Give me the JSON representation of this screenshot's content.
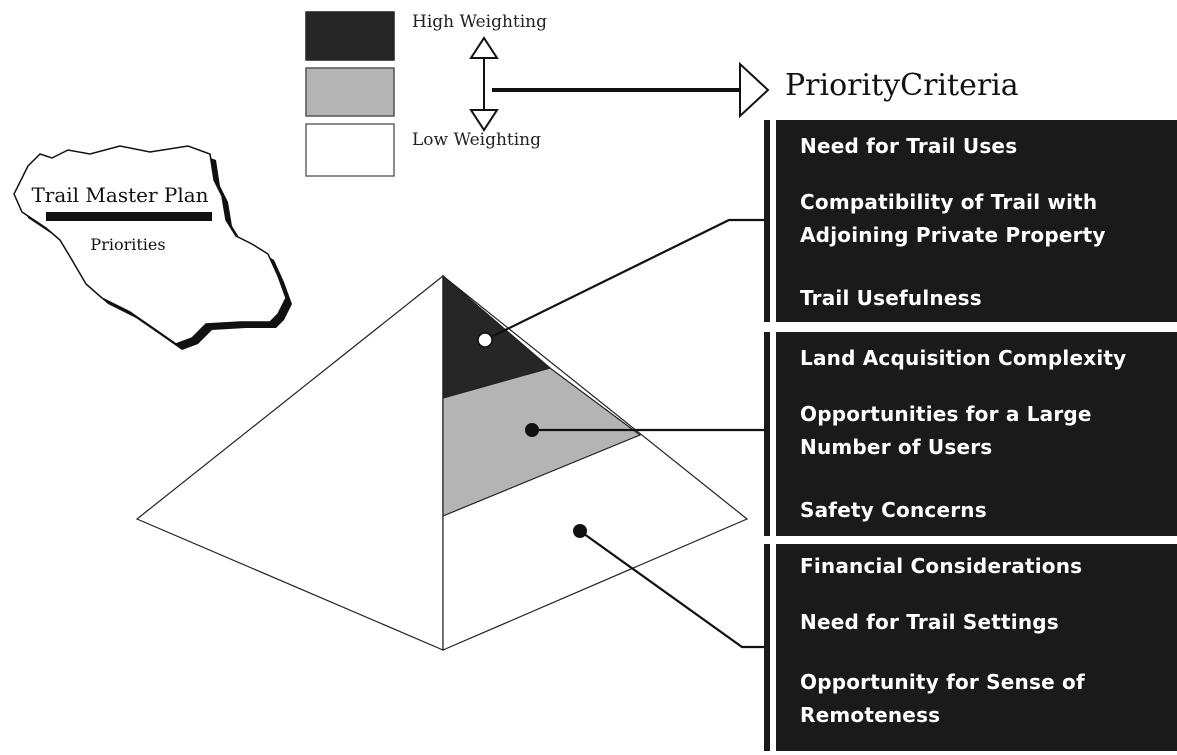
{
  "legend": {
    "high_label": "High Weighting",
    "low_label": "Low Weighting",
    "colors": {
      "high": "#262626",
      "medium": "#b4b4b4",
      "low": "#ffffff"
    }
  },
  "criteria_title": "PriorityCriteria",
  "map_badge": {
    "title": "Trail Master Plan",
    "subtitle": "Priorities"
  },
  "criteria_groups": [
    {
      "level": "high",
      "items": [
        "Need for Trail Uses",
        "Compatibility of Trail with\nAdjoining Private Property",
        "Trail Usefulness"
      ]
    },
    {
      "level": "medium",
      "items": [
        "Land Acquisition Complexity",
        "Opportunities for a Large\nNumber of Users",
        "Safety Concerns"
      ]
    },
    {
      "level": "low",
      "items": [
        "Financial Considerations",
        "Need for Trail Settings",
        "Opportunity for Sense of\nRemoteness"
      ]
    }
  ]
}
